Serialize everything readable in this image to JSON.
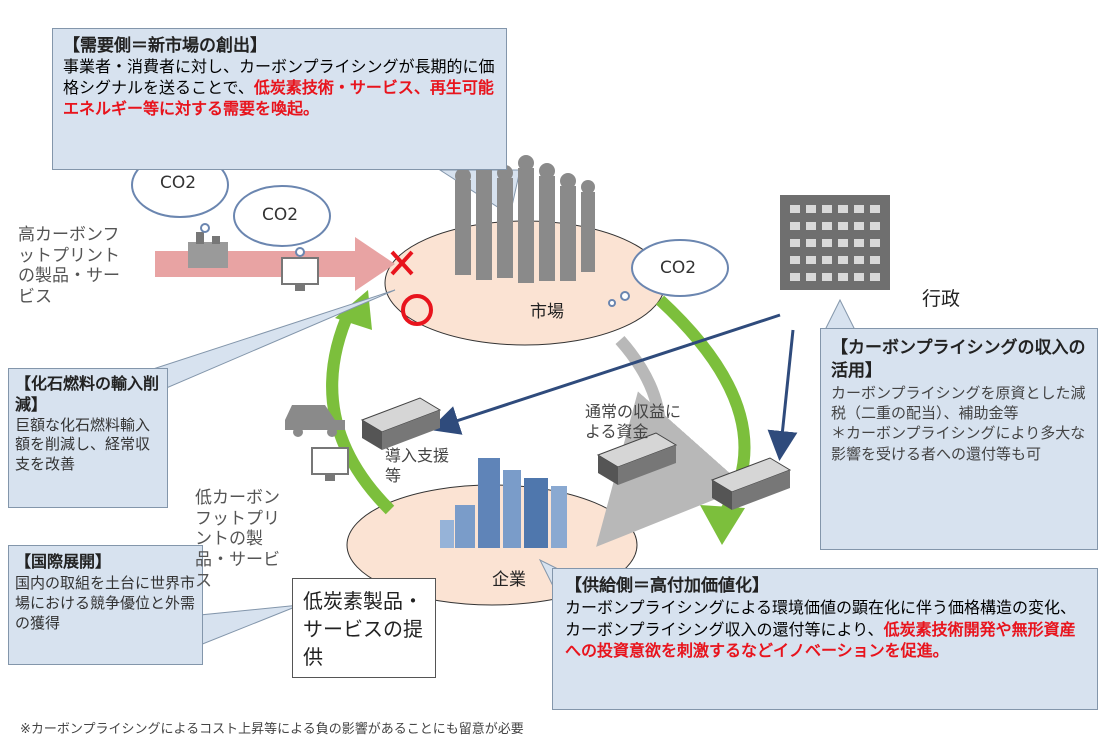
{
  "demand_box": {
    "heading": "【需要側＝新市場の創出】",
    "body_plain": "事業者・消費者に対し、カーボンプライシングが長期的に価格シグナルを送ることで、",
    "body_red": "低炭素技術・サービス、再生可能エネルギー等に対する需要を喚起。"
  },
  "fossil_box": {
    "heading": "【化石燃料の輸入削減】",
    "body": "巨額な化石燃料輸入額を削減し、経常収支を改善"
  },
  "intl_box": {
    "heading": "【国際展開】",
    "body": "国内の取組を土台に世界市場における競争優位と外需の獲得"
  },
  "revenue_box": {
    "heading": "【カーボンプライシングの収入の活用】",
    "body": "カーボンプライシングを原資とした減税（二重の配当）、補助金等\n＊カーボンプライシングにより多大な影響を受ける者への還付等も可"
  },
  "supply_box": {
    "heading": "【供給側＝高付加価値化】",
    "body_plain": "カーボンプライシングによる環境価値の顕在化に伴う価格構造の変化、カーボンプライシング収入の還付等により、",
    "body_red": "低炭素技術開発や無形資産への投資意欲を刺激するなどイノベーションを促進。"
  },
  "lowcarbon_box": {
    "text": "低炭素製品・サービスの提供"
  },
  "labels": {
    "high_carbon": "高カーボンフットプリントの製品・サービス",
    "low_carbon": "低カーボンフットプリントの製品・サービス",
    "market": "市場",
    "company": "企業",
    "government": "行政",
    "subsidy": "導入支援等",
    "normal_profit": "通常の収益による資金",
    "co2_1": "CO2",
    "co2_2": "CO2",
    "co2_3": "CO2",
    "cross_mark": "×",
    "circle_mark": "○"
  },
  "footnote": "※カーボンプライシングによるコスト上昇等による負の影響があることにも留意が必要",
  "colors": {
    "box_fill": "#d7e2ef",
    "box_border": "#8396ab",
    "ellipse_fill": "#fbe3d3",
    "green_arrow": "#7cbf3c",
    "pink_arrow": "#e8a3a3",
    "navy_arrow": "#2f4b7c",
    "grey_arrow": "#b8b8b8",
    "red_text": "#e8141d"
  }
}
